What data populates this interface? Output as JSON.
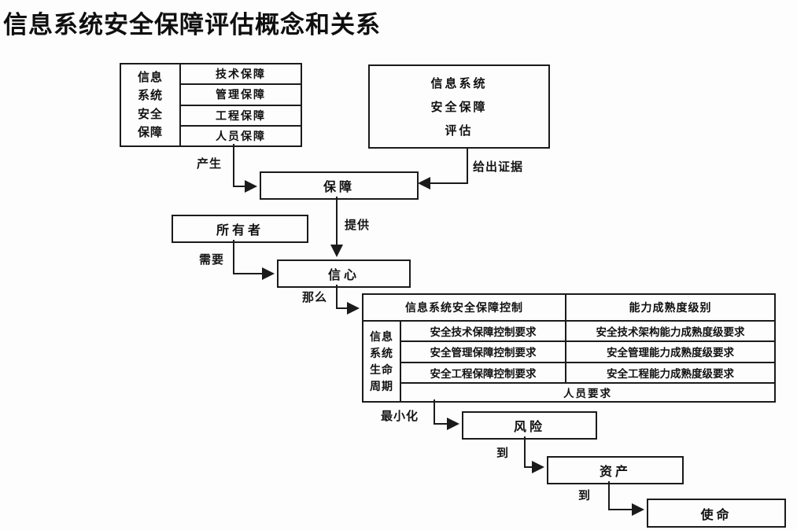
{
  "title": "信息系统安全保障评估概念和关系",
  "assurance_table": {
    "side_label": "信息系统安全保障",
    "rows": [
      "技术保障",
      "管理保障",
      "工程保障",
      "人员保障"
    ]
  },
  "evaluation_box": {
    "lines": [
      "信息系统",
      "安全保障",
      "评估"
    ]
  },
  "nodes": {
    "assurance": "保障",
    "owner": "所有者",
    "confidence": "信心",
    "risk": "风险",
    "asset": "资产",
    "mission": "使命"
  },
  "edge_labels": {
    "produce": "产生",
    "give_evidence": "给出证据",
    "provide": "提供",
    "need": "需要",
    "then": "那么",
    "minimize": "最小化",
    "to_1": "到",
    "to_2": "到"
  },
  "control_table": {
    "header": [
      "信息系统安全保障控制",
      "能力成熟度级别"
    ],
    "side_label": "信息系统生命周期",
    "rows": [
      [
        "安全技术保障控制要求",
        "安全技术架构能力成熟度级要求"
      ],
      [
        "安全管理保障控制要求",
        "安全管理能力成熟度级要求"
      ],
      [
        "安全工程保障控制要求",
        "安全工程能力成熟度级要求"
      ]
    ],
    "footer": "人员要求"
  },
  "colors": {
    "line": "#1b1b1b",
    "background": "#fdfdfd",
    "text": "#111111"
  }
}
